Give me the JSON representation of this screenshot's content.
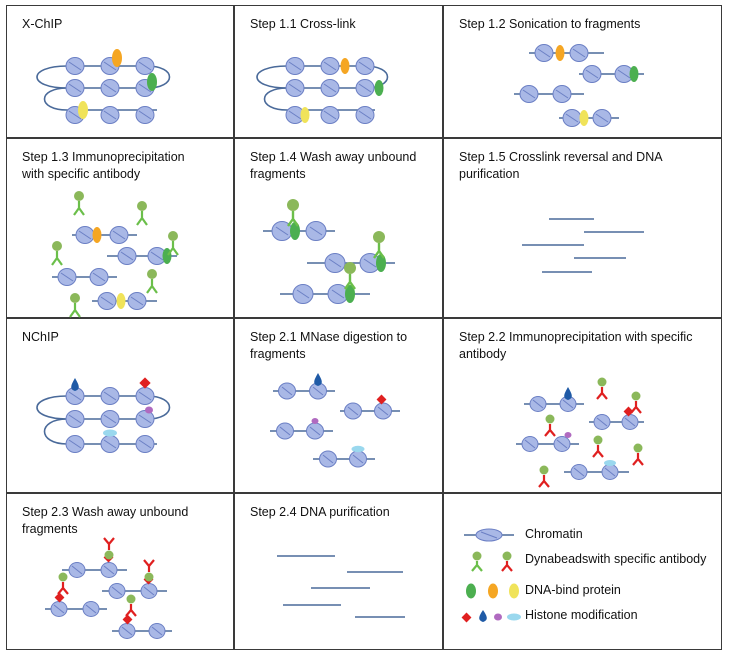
{
  "panels": {
    "xchip": "X-ChIP",
    "step_1_1": "Step 1.1 Cross-link",
    "step_1_2": "Step 1.2 Sonication to fragments",
    "step_1_3": "Step 1.3 Immunoprecipitation\nwith specific antibody",
    "step_1_4": "Step 1.4 Wash away unbound\nfragments",
    "step_1_5": "Step 1.5 Crosslink reversal and DNA\npurification",
    "nchip": "NChIP",
    "step_2_1": "Step 2.1 MNase digestion to\nfragments",
    "step_2_2": "Step 2.2 Immunoprecipitation with specific\nantibody",
    "step_2_3": "Step 2.3 Wash away unbound\nfragments",
    "step_2_4": "Step 2.4 DNA purification"
  },
  "legend": {
    "chromatin": "Chromatin",
    "dynabeads": "Dynabeadswith specific antibody",
    "dna_bind_protein": "DNA-bind protein",
    "histone_modification": "Histone modification"
  },
  "colors": {
    "dna_line": "#4a6a9a",
    "nucleosome_fill": "#a9b8e6",
    "nucleosome_stripe": "#6b7fc4",
    "protein_green": "#4caf50",
    "protein_orange": "#f5a623",
    "protein_yellow": "#f0e35a",
    "bead_green": "#8bb85a",
    "antibody_green": "#6bbf4a",
    "antibody_red": "#e02020",
    "mod_red": "#e02020",
    "mod_blue": "#1f5aa6",
    "mod_purple": "#b06ac0",
    "mod_lightblue": "#9ad8ee",
    "border": "#3a3a3a"
  }
}
